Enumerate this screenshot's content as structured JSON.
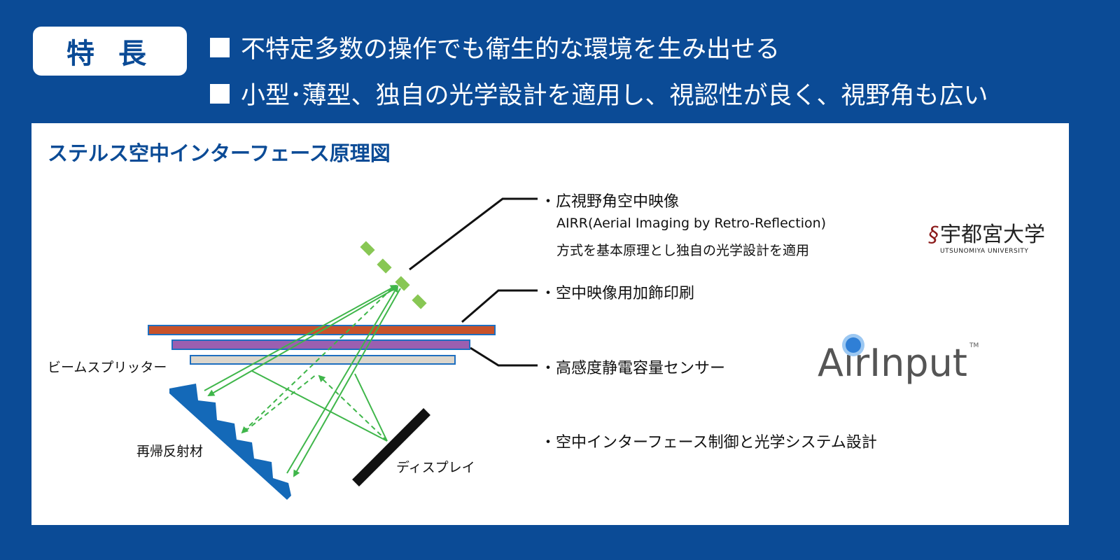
{
  "header": {
    "badge": "特 長",
    "features": [
      "不特定多数の操作でも衛生的な環境を生み出せる",
      "小型･薄型、独自の光学設計を適用し、視認性が良く、視野角も広い"
    ]
  },
  "panel": {
    "title": "ステルス空中インターフェース原理図",
    "labels": {
      "beam_splitter": "ビームスプリッター",
      "retroreflector": "再帰反射材",
      "display": "ディスプレイ"
    },
    "descriptions": [
      {
        "title": "・広視野角空中映像",
        "lines": [
          "AIRR(Aerial Imaging by Retro-Reflection)",
          "方式を基本原理とし独自の光学設計を適用"
        ]
      },
      {
        "title": "・空中映像用加飾印刷"
      },
      {
        "title": "・高感度静電容量センサー"
      },
      {
        "title": "・空中インターフェース制御と光学システム設計"
      }
    ],
    "logos": {
      "university": "宇都宮大学",
      "university_en": "UTSUNOMIYA UNIVERSITY",
      "airinput": "AirInput",
      "tm": "TM"
    },
    "colors": {
      "brand_blue": "#0b4b96",
      "ray": "#3fb64a",
      "decor_print": "#c8522a",
      "sensor": "#9b5fb0",
      "splitter": "#dcd6cc",
      "retro": "#1469b8"
    }
  }
}
